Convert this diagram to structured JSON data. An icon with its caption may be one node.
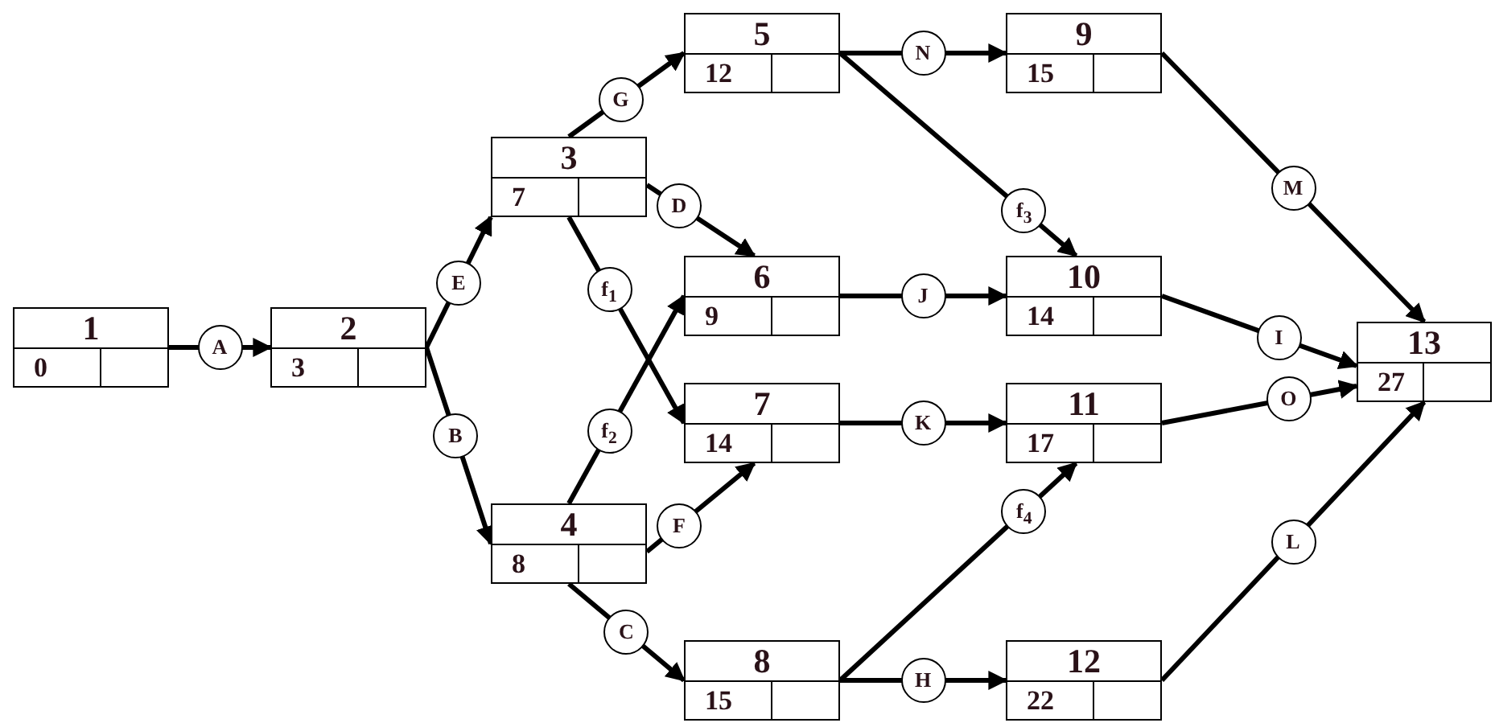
{
  "diagram": {
    "nodes": [
      {
        "text": [
          "1",
          "0"
        ]
      },
      {
        "text": [
          "2",
          "3"
        ]
      },
      {
        "text": [
          "3",
          "7"
        ]
      },
      {
        "text": [
          "4",
          "8"
        ]
      },
      {
        "text": [
          "5",
          "12"
        ]
      },
      {
        "text": [
          "6",
          "9"
        ]
      },
      {
        "text": [
          "7",
          "14"
        ]
      },
      {
        "text": [
          "8",
          "15"
        ]
      },
      {
        "text": [
          "9",
          "15"
        ]
      },
      {
        "text": [
          "10",
          "14"
        ]
      },
      {
        "text": [
          "11",
          "17"
        ]
      },
      {
        "text": [
          "12",
          "22"
        ]
      },
      {
        "text": [
          "13",
          "27"
        ]
      }
    ],
    "edges": [
      {
        "from": 0,
        "to": 1,
        "arrow": "to",
        "label": "A"
      },
      {
        "from": 1,
        "to": 2,
        "arrow": "to",
        "label": "E"
      },
      {
        "from": 1,
        "to": 3,
        "arrow": "to",
        "label": "B"
      },
      {
        "from": 2,
        "to": 4,
        "arrow": "to",
        "label": "G"
      },
      {
        "from": 2,
        "to": 5,
        "arrow": "to",
        "label": "D"
      },
      {
        "from": 2,
        "to": 6,
        "arrow": "to",
        "label": "f$_{1}$"
      },
      {
        "from": 3,
        "to": 5,
        "arrow": "to",
        "label": "f$_{2}$"
      },
      {
        "from": 3,
        "to": 6,
        "arrow": "to",
        "label": "F"
      },
      {
        "from": 3,
        "to": 7,
        "arrow": "to",
        "label": "C"
      },
      {
        "from": 4,
        "to": 8,
        "arrow": "to",
        "label": "N"
      },
      {
        "from": 4,
        "to": 9,
        "arrow": "to",
        "label": "f$_{3}$"
      },
      {
        "from": 5,
        "to": 9,
        "arrow": "to",
        "label": "J"
      },
      {
        "from": 6,
        "to": 10,
        "arrow": "to",
        "label": "K"
      },
      {
        "from": 7,
        "to": 10,
        "arrow": "to",
        "label": "f$_{4}$"
      },
      {
        "from": 7,
        "to": 11,
        "arrow": "to",
        "label": "H"
      },
      {
        "from": 8,
        "to": 12,
        "arrow": "to",
        "label": "M"
      },
      {
        "from": 9,
        "to": 12,
        "arrow": "to",
        "label": "I"
      },
      {
        "from": 10,
        "to": 12,
        "arrow": "to",
        "label": "O"
      },
      {
        "from": 11,
        "to": 12,
        "arrow": "to",
        "label": "L"
      }
    ]
  }
}
